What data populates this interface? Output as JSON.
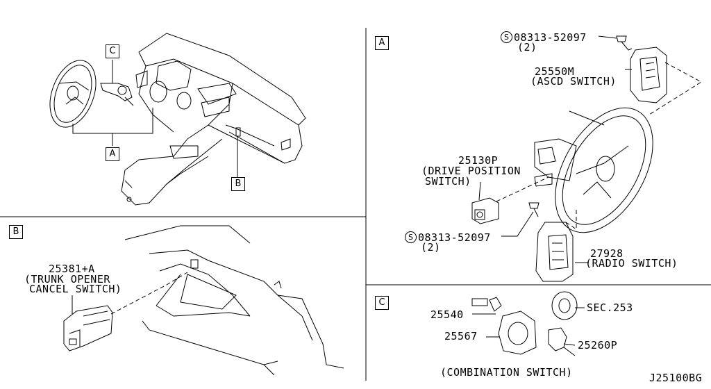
{
  "panels": {
    "overview": {
      "callouts": {
        "a": "A",
        "b": "B",
        "c": "C"
      }
    },
    "detail_a": {
      "tag": "A",
      "screw_top": {
        "part_no": "08313-52097",
        "qty": "(2)"
      },
      "asc_switch": {
        "part_no": "25550M",
        "name": "(ASCD SWITCH)"
      },
      "drive_position_switch": {
        "part_no": "25130P",
        "name_line1": "(DRIVE POSITION",
        "name_line2": "SWITCH)"
      },
      "screw_bottom": {
        "part_no": "08313-52097",
        "qty": "(2)"
      },
      "radio_switch": {
        "part_no": "27928",
        "name": "(RADIO SWITCH)"
      },
      "screw_symbol": "S"
    },
    "detail_b": {
      "tag": "B",
      "trunk_switch": {
        "part_no": "25381+A",
        "name_line1": "(TRUNK OPENER",
        "name_line2": "CANCEL SWITCH)"
      }
    },
    "detail_c": {
      "tag": "C",
      "part_25540": "25540",
      "part_25567": "25567",
      "part_sec": "SEC.253",
      "part_25260p": "25260P",
      "caption": "(COMBINATION SWITCH)"
    }
  },
  "diagram_code": "J25100BG"
}
